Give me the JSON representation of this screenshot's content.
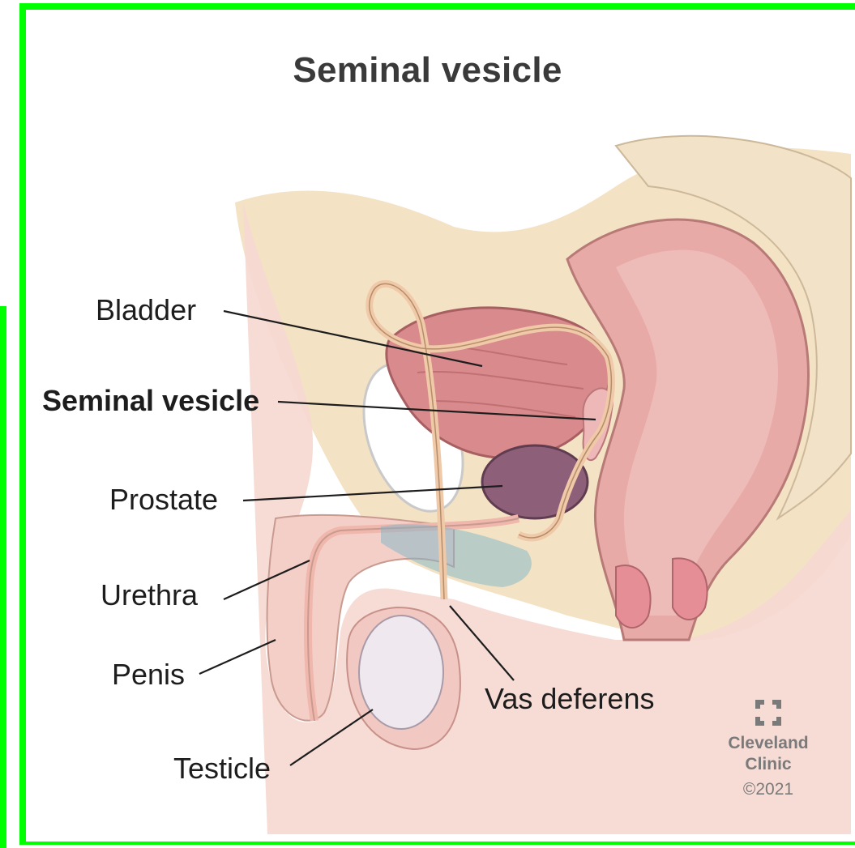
{
  "title": "Seminal vesicle",
  "labels": {
    "bladder": "Bladder",
    "seminal_vesicle": "Seminal vesicle",
    "prostate": "Prostate",
    "urethra": "Urethra",
    "penis": "Penis",
    "testicle": "Testicle",
    "vas_deferens": "Vas deferens"
  },
  "logo": {
    "name_line1": "Cleveland",
    "name_line2": "Clinic",
    "copyright": "©2021",
    "icon": "cleveland-clinic-cross-icon"
  },
  "colors": {
    "frame": "#00ff00",
    "bladder": "#d98a8c",
    "prostate": "#8e5f78",
    "skin": "#f6d8d2",
    "fat": "#f4e2c4"
  }
}
